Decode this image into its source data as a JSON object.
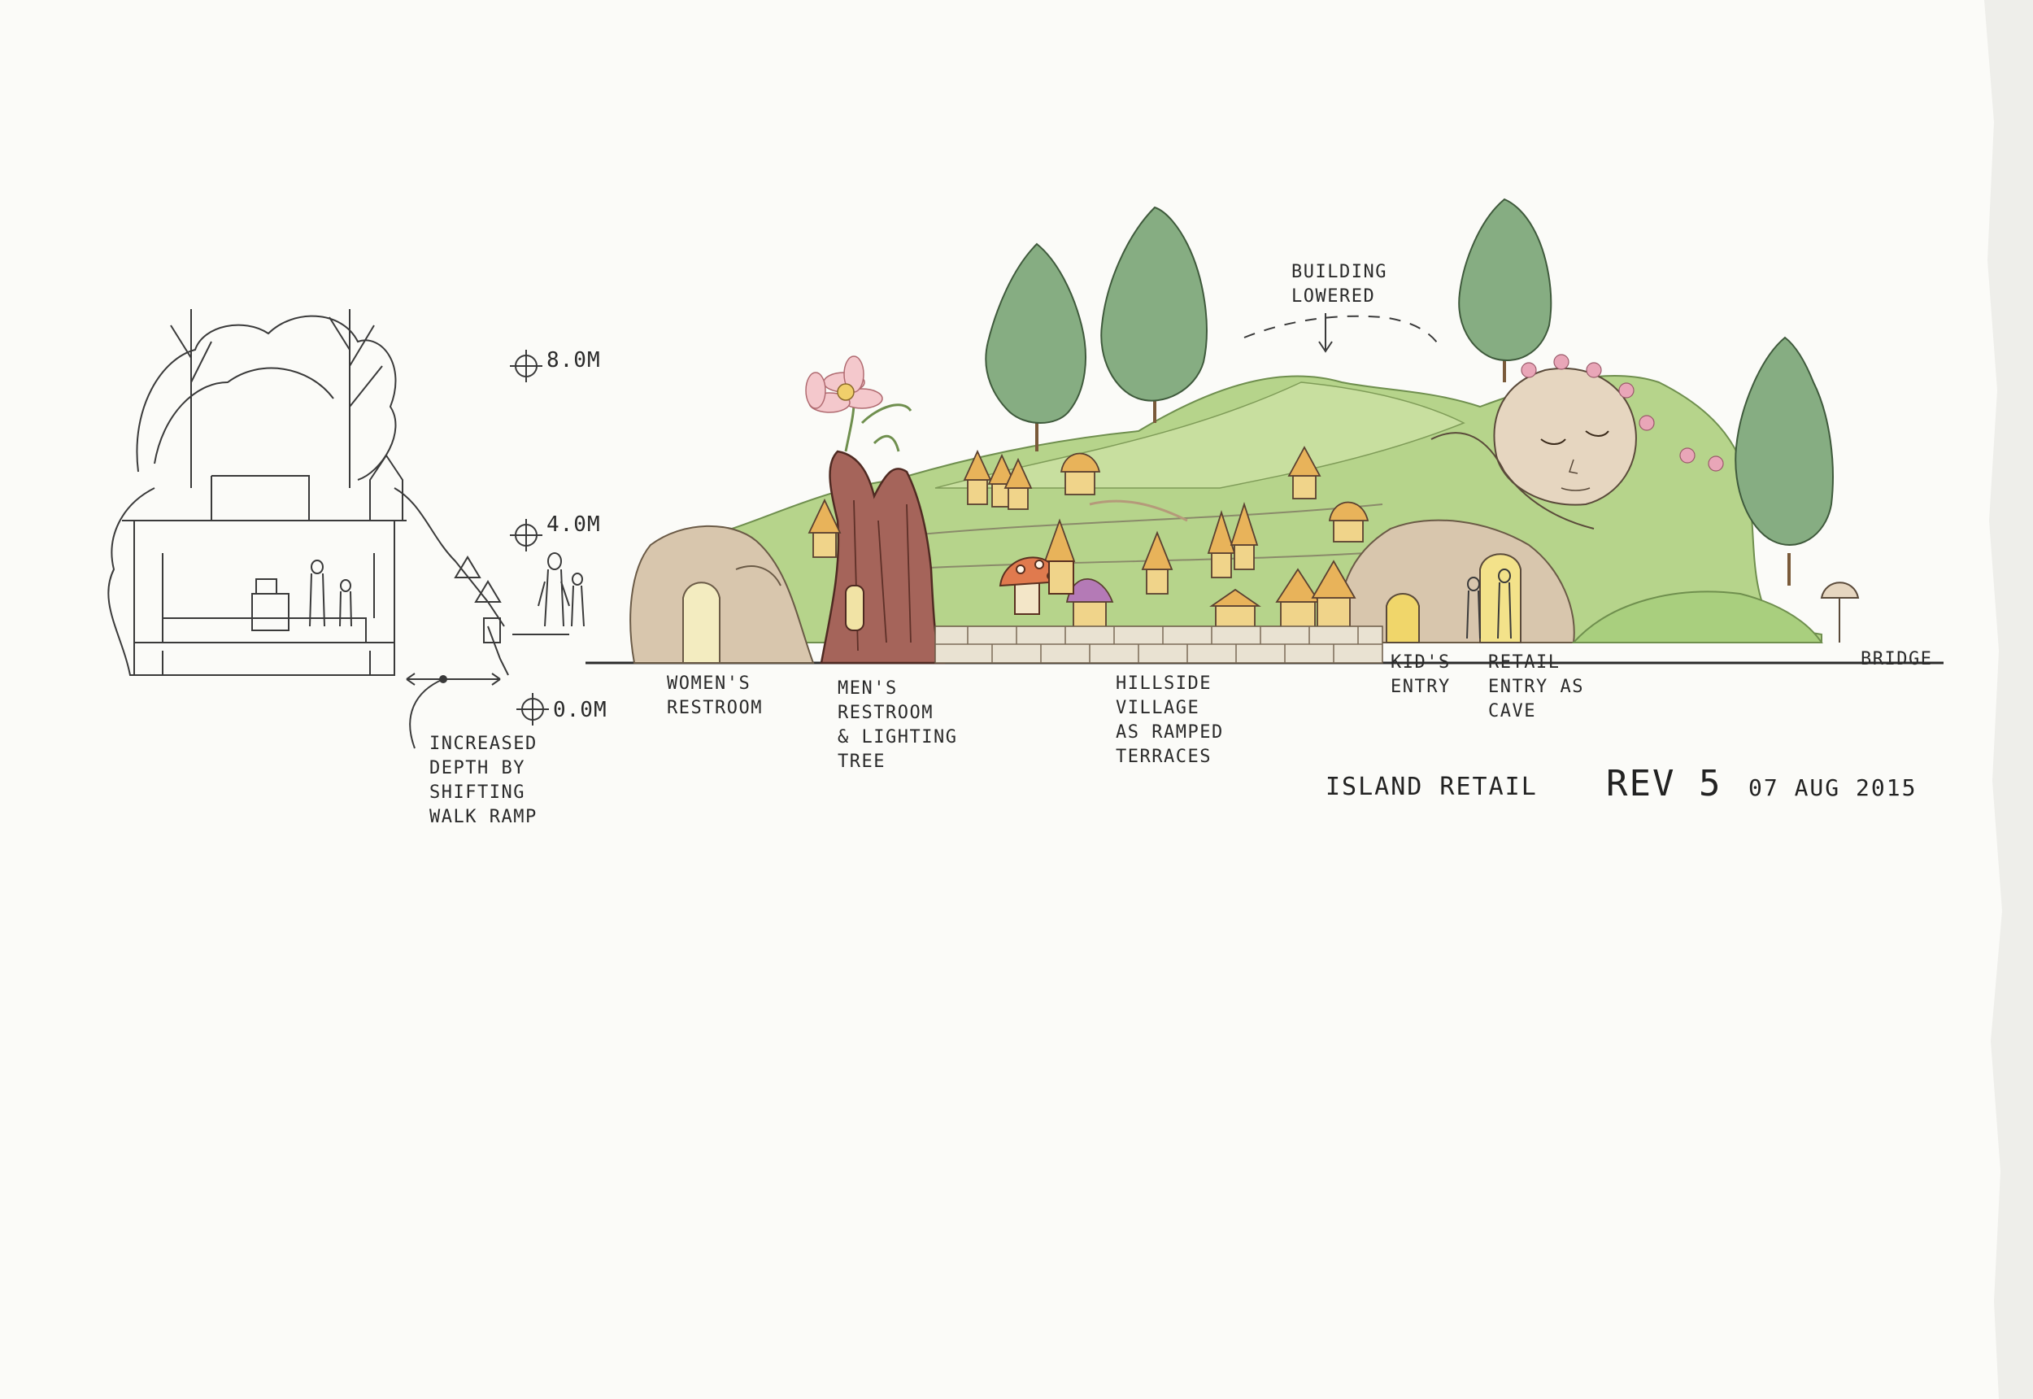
{
  "colors": {
    "paper": "#fbfbf8",
    "ink": "#2a2a2a",
    "grass": "#a9cf7e",
    "tree": "#7fa878",
    "rock": "#d4c2aa",
    "bark": "#9b5a4c",
    "roof": "#e8b35a",
    "mushroom": "#e07a4e"
  },
  "elevations": {
    "top": "8.0M",
    "mid": "4.0M",
    "base": "0.0M"
  },
  "labels": {
    "building_lowered": "BUILDING\nLOWERED",
    "increased_depth": "INCREASED\nDEPTH BY\nSHIFTING\nWALK RAMP",
    "womens_restroom": "WOMEN'S\nRESTROOM",
    "mens_restroom": "MEN'S\nRESTROOM\n& LIGHTING\nTREE",
    "hillside_village": "HILLSIDE\nVILLAGE\nAS RAMPED\nTERRACES",
    "kids_entry": "KID'S\nENTRY",
    "retail_entry": "RETAIL\nENTRY AS\nCAVE",
    "bridge": "BRIDGE"
  },
  "title_block": {
    "project": "ISLAND RETAIL",
    "revision": "REV 5",
    "date": "07 AUG 2015"
  }
}
